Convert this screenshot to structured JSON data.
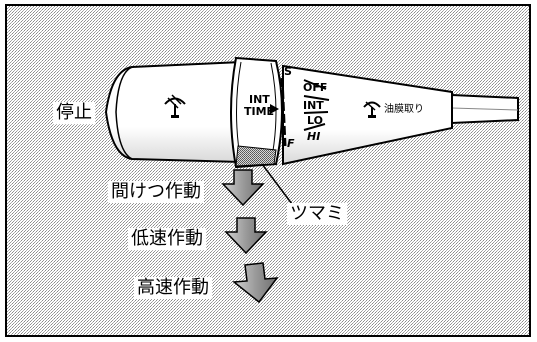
{
  "labels": {
    "stop": "停止",
    "knob": "ツマミ",
    "intermittent": "間けつ作動",
    "low_speed": "低速作動",
    "high_speed": "高速作動"
  },
  "switch_positions": {
    "off": "OFF",
    "int": "INT",
    "lo": "LO",
    "hi": "HI"
  },
  "ring_marks": {
    "s": "S",
    "f": "F"
  },
  "int_time": {
    "line1": "INT",
    "line2": "TIME"
  },
  "washer_label": "油膜取り",
  "icons": {
    "left": "windshield-wiper-icon",
    "right": "windshield-wiper-icon"
  },
  "colors": {
    "background_pattern": "#c8c8c8",
    "line": "#000000",
    "body": "#ffffff"
  }
}
